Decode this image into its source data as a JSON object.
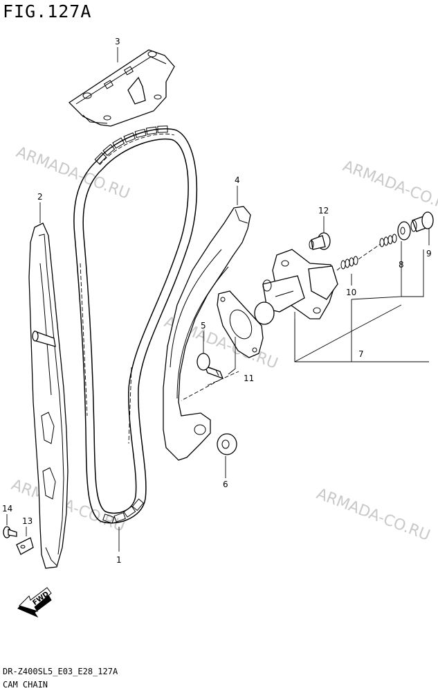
{
  "figure": {
    "title": "FIG.127A",
    "code": "DR-Z400SL5_E03_E28_127A",
    "name": "CAM CHAIN"
  },
  "watermarks": [
    "ARMADA-CO.RU",
    "ARMADA-CO.RU",
    "ARMADA-CO.RU",
    "ARMADA-CO.RU",
    "ARMADA-CO.RU"
  ],
  "fwd_label": "FWD",
  "callouts": {
    "c1": "1",
    "c2": "2",
    "c3": "3",
    "c4": "4",
    "c5": "5",
    "c6": "6",
    "c7": "7",
    "c8": "8",
    "c9": "9",
    "c10": "10",
    "c11": "11",
    "c12": "12",
    "c13": "13",
    "c14": "14"
  }
}
